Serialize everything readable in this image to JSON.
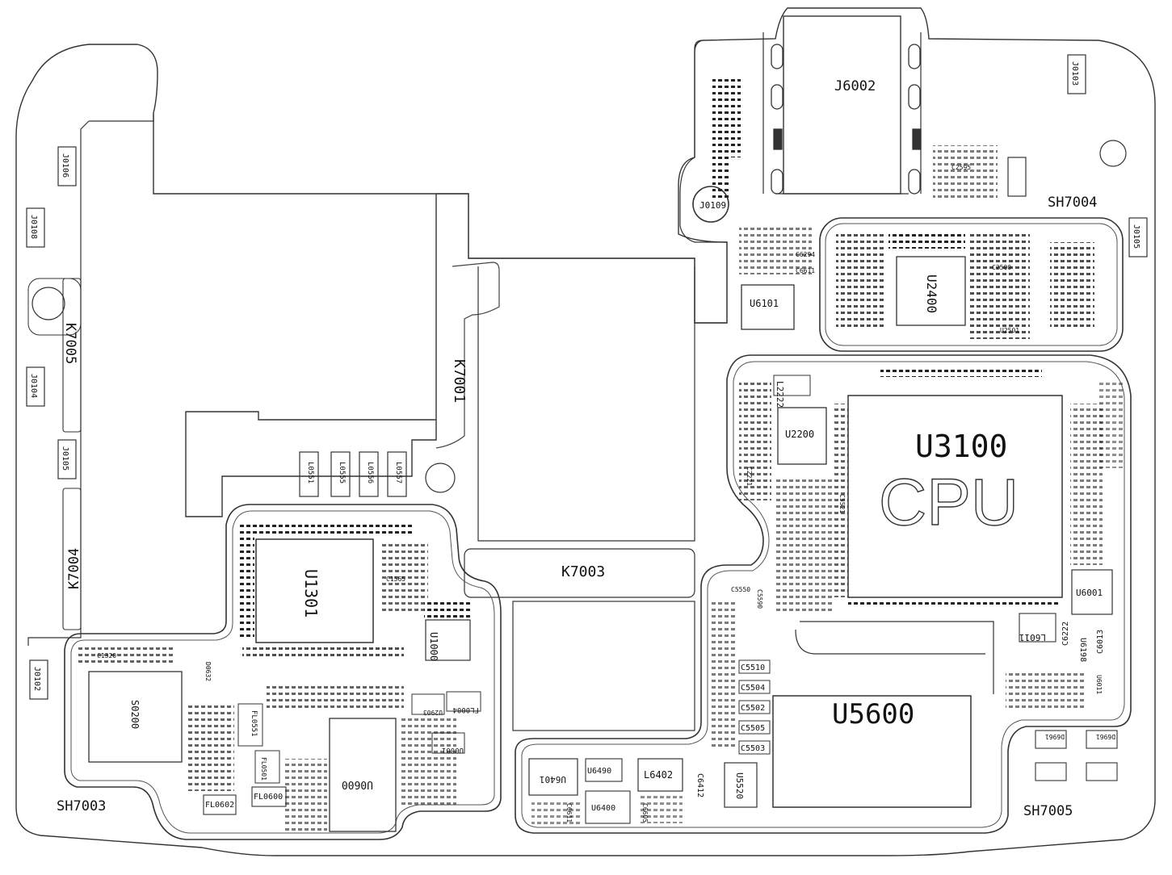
{
  "connectors": {
    "j6002": "J6002",
    "j0109": "J0109",
    "j0106": "J0106",
    "j0108": "J0108",
    "j0104": "J0104",
    "j0105_left": "J0105",
    "j0102": "J0102",
    "j0103": "J0103",
    "j0105_right": "J0105"
  },
  "shields": {
    "sh7003": "SH7003",
    "sh7004": "SH7004",
    "sh7005": "SH7005"
  },
  "keepouts": {
    "k7001": "K7001",
    "k7003": "K7003",
    "k7004": "K7004",
    "k7005": "K7005"
  },
  "chips": {
    "u3100": "U3100",
    "cpu": "CPU",
    "u5600": "U5600",
    "u1301": "U1301",
    "u2400": "U2400",
    "u2200": "U2200",
    "u6101": "U6101",
    "u6001": "U6001",
    "u1000": "U1000",
    "u0600": "U0600",
    "s0200": "S0200",
    "u6401": "U6401",
    "u6490": "U6490",
    "u6400": "U6400",
    "l6402": "L6402",
    "l2222": "L2222",
    "u5520": "U5520",
    "l6011": "L6011",
    "u6011": "U6011"
  },
  "parts": {
    "c6412": "C6412",
    "c5510": "C5510",
    "c5504": "C5504",
    "c5502": "C5502",
    "c5505": "C5505",
    "c5503": "C5503",
    "c6222": "C6222",
    "c6013": "C6013",
    "c6294": "C6294",
    "c6611": "C6611",
    "c2221": "C2221",
    "c5521": "C5521",
    "fl0602": "FL0602",
    "fl0600": "FL0600",
    "fl0004": "FL0004",
    "fl0551": "FL0551",
    "fl0501": "FL0501",
    "u2903": "U2903",
    "u0001": "U0001",
    "c6605": "C6605",
    "c6611b": "C6611",
    "d0632": "D0632",
    "c5550": "C5550",
    "c5590": "C5590",
    "u6198": "U6198",
    "u2501": "U2501",
    "c2500": "C2500",
    "c2595": "C2595",
    "d6961": "D6961",
    "d6961b": "D6961",
    "c1565": "C1565",
    "c1320": "C1320"
  },
  "pads": {
    "l0551": "L0551",
    "l0555": "L0555",
    "l0556": "L0556",
    "l0557": "L0557"
  }
}
